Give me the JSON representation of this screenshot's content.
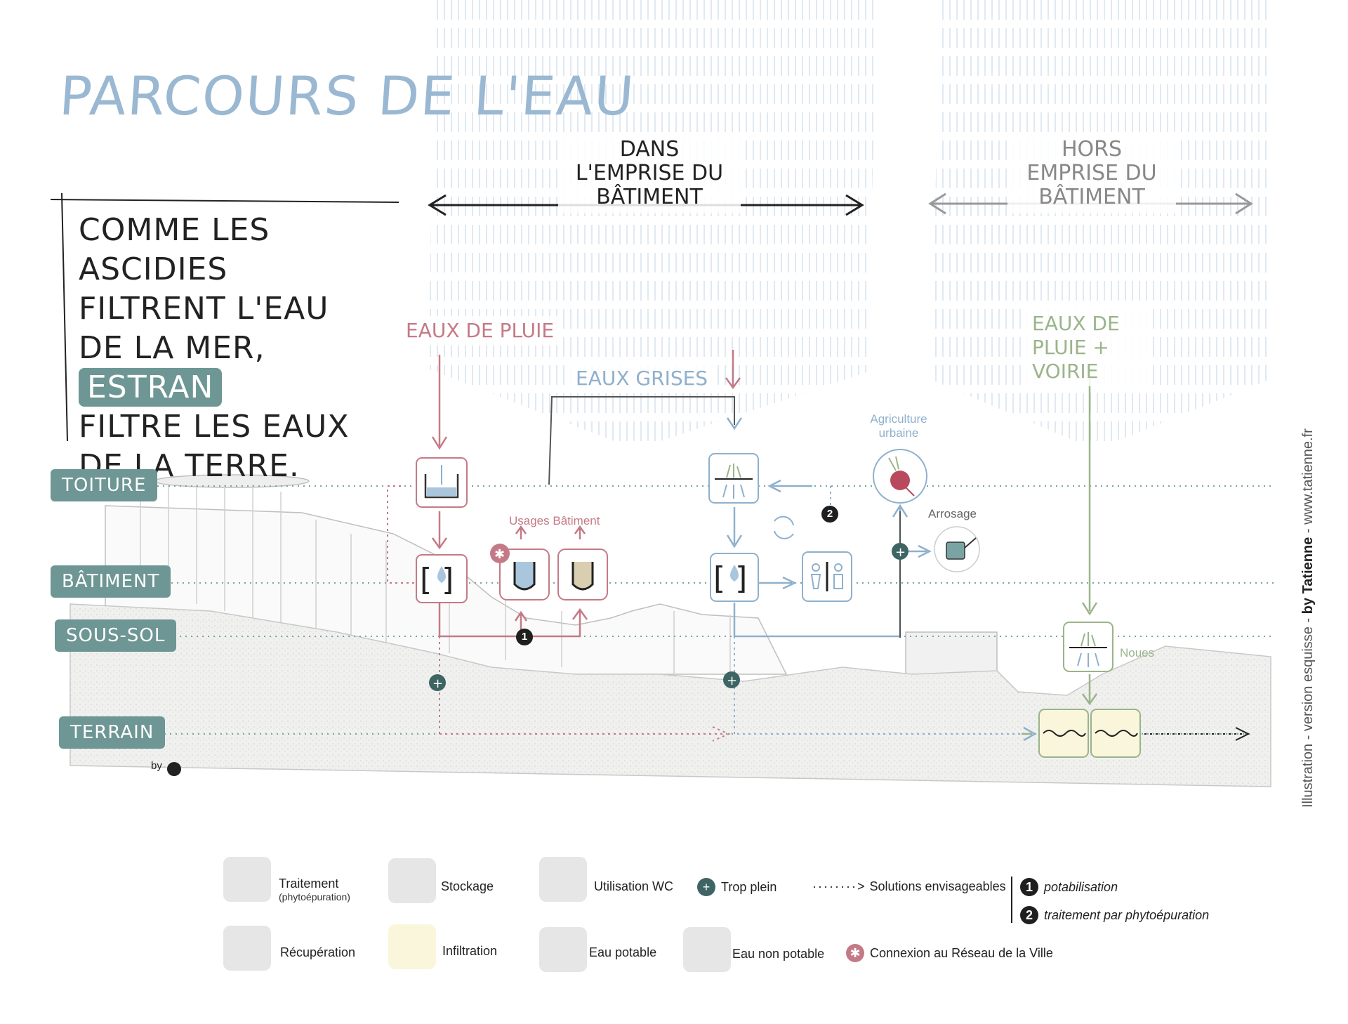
{
  "title": "Parcours de l'eau",
  "intro": {
    "line1": "Comme les ascidies",
    "line2": "filtrent l'eau",
    "line3": "de la mer,",
    "highlight": "Estran",
    "line4": "filtre les eaux",
    "line5": "de la terre."
  },
  "zones": {
    "inside": "Dans l'emprise du bâtiment",
    "outside": "Hors emprise du bâtiment"
  },
  "flows": {
    "rain": "Eaux de pluie",
    "grey": "Eaux grises",
    "rain_road": "Eaux de pluie + voirie"
  },
  "levels": {
    "roof": "Toiture",
    "building": "Bâtiment",
    "basement": "Sous-sol",
    "ground": "Terrain"
  },
  "labels": {
    "usages": "Usages Bâtiment",
    "agriculture": "Agriculture urbaine",
    "watering": "Arrosage",
    "swales": "Noues",
    "by": "by"
  },
  "credit": {
    "prefix": "Illustration - version esquisse - ",
    "author": "by Tatienne",
    "suffix": " - www.tatienne.fr"
  },
  "legend": {
    "treatment": "Traitement",
    "treatment_sub": "(phytoépuration)",
    "storage": "Stockage",
    "wc": "Utilisation WC",
    "overflow": "Trop plein",
    "possible": "Solutions envisageables",
    "num1": "potabilisation",
    "num2": "traitement par phytoépuration",
    "recovery": "Récupération",
    "infiltration": "Infiltration",
    "potable": "Eau potable",
    "nonpotable": "Eau non potable",
    "city": "Connexion au Réseau de la Ville"
  },
  "colors": {
    "blue": "#8fb0cc",
    "pink": "#c47a86",
    "green": "#9bb48a",
    "teal": "#6d9694",
    "dark": "#222222",
    "grey": "#888888"
  },
  "icons": [
    "treatment-icon",
    "storage-icon",
    "wc-icon",
    "overflow-icon",
    "recovery-icon",
    "infiltration-icon",
    "potable-water-icon",
    "non-potable-water-icon",
    "city-network-icon",
    "watering-can-icon",
    "radish-icon",
    "cycle-icon"
  ]
}
